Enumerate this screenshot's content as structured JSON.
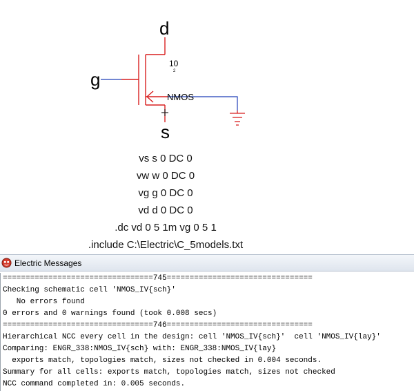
{
  "schematic": {
    "node_d": "d",
    "node_g": "g",
    "node_s": "s",
    "width_label": "10",
    "length_label": "2",
    "device_label": "NMOS",
    "wire_color": "#1f3db8",
    "node_color": "#d81f1f",
    "ground_color": "#d81f1f"
  },
  "spice_code": {
    "vs": "vs s 0 DC 0",
    "vw": "vw w 0 DC 0",
    "vg": "vg g 0 DC 0",
    "vd": "vd d 0 DC 0",
    "dc": ".dc vd 0 5 1m vg 0 5 1",
    "include": ".include C:\\Electric\\C_5models.txt"
  },
  "messages_window": {
    "title": "Electric Messages",
    "icon": "electric-app-icon",
    "lines": [
      "=================================745================================",
      "Checking schematic cell 'NMOS_IV{sch}'",
      "   No errors found",
      "0 errors and 0 warnings found (took 0.008 secs)",
      "=================================746================================",
      "Hierarchical NCC every cell in the design: cell 'NMOS_IV{sch}'  cell 'NMOS_IV{lay}'",
      "Comparing: ENGR_338:NMOS_IV{sch} with: ENGR_338:NMOS_IV{lay}",
      "  exports match, topologies match, sizes not checked in 0.004 seconds.",
      "Summary for all cells: exports match, topologies match, sizes not checked",
      "NCC command completed in: 0.005 seconds."
    ]
  }
}
